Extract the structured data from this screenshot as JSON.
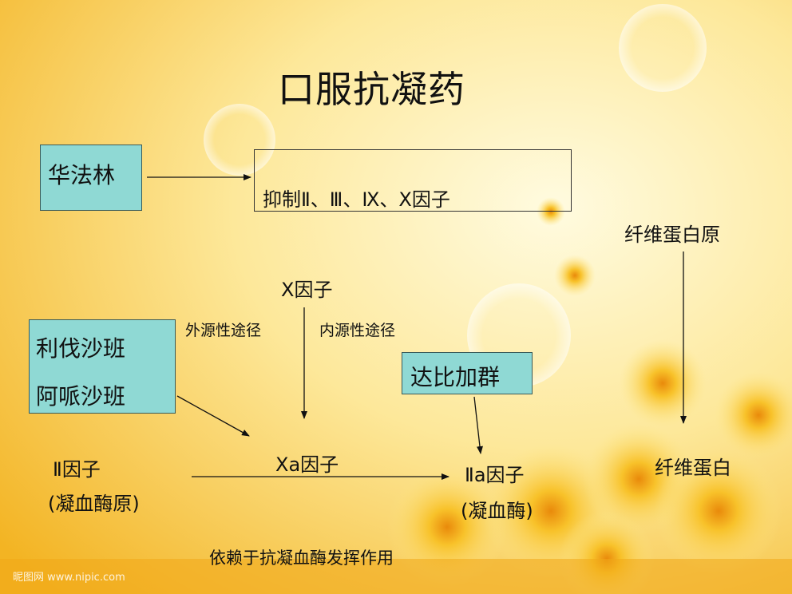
{
  "title": "口服抗凝药",
  "drugs": {
    "warfarin": "华法林",
    "rivaroxaban": "利伐沙班",
    "apixaban": "阿哌沙班",
    "dabigatran": "达比加群"
  },
  "warfarin_effect": "抑制Ⅱ、Ⅲ、Ⅸ、Ⅹ因子",
  "factor_x": "Ⅹ因子",
  "pathway_extrinsic": "外源性途径",
  "pathway_intrinsic": "内源性途径",
  "factor_xa": "Ⅹa因子",
  "factor_ii": "Ⅱ因子",
  "prothrombin": "(凝血酶原)",
  "factor_iia": "Ⅱa因子",
  "thrombin": "(凝血酶)",
  "fibrinogen": "纤维蛋白原",
  "fibrin": "纤维蛋白",
  "footnote": "依赖于抗凝血酶发挥作用",
  "watermark_left": "昵图网 www.nipic.com",
  "colors": {
    "box_fill": "#8fd9d4",
    "bg_top": "#fff6c8",
    "bg_bottom": "#f4b21c"
  }
}
